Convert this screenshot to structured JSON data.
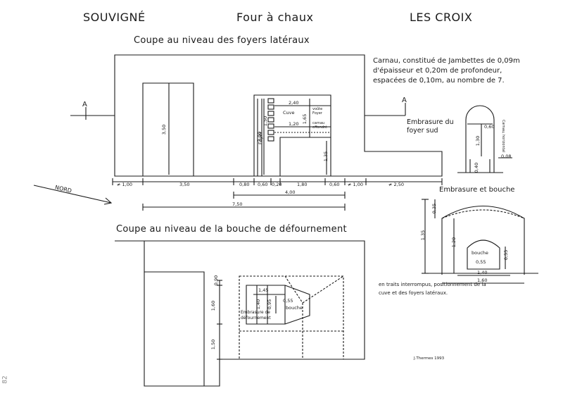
{
  "header": {
    "place": "SOUVIGNÉ",
    "object": "Four à chaux",
    "locality": "LES CROIX"
  },
  "section_top": {
    "title": "Coupe au niveau des foyers latéraux",
    "section_marker": "A",
    "note": "Carnau, constitué de Jambettes de 0,09m d'épaisseur et 0,20m de profondeur, espacées de 0,10m, au nombre de 7.",
    "labels": {
      "cuve": "Cuve",
      "voute_foyer": "voûte Foyer",
      "carnau_effondre": "carnau effondré",
      "foyer": "Foyer",
      "north": "NORD"
    },
    "dims_bottom": [
      "≠ 1,00",
      "3,50",
      "0,80",
      "0,60",
      "0,20",
      "1,80",
      "0,60",
      "≠ 1,00",
      "≠ 2,50"
    ],
    "dims_total": [
      "4,00",
      "7,50"
    ],
    "dims_vertical": [
      "3,50",
      "3,00",
      "1,50",
      "1,65",
      "1,35"
    ],
    "dims_inner": [
      "2,40",
      "1,20"
    ]
  },
  "embrasure_sud": {
    "title": "Embrasure du foyer sud",
    "dims": [
      "0,60",
      "1,30",
      "0,08",
      "0,40"
    ],
    "side_label": "Carnau, horizontal"
  },
  "embrasure_bouche": {
    "title": "Embrasure et bouche",
    "inner_label": "bouche",
    "dims": [
      "0,35",
      "1,35",
      "1,20",
      "0,55",
      "0,55",
      "1,40",
      "1,60"
    ]
  },
  "section_bottom": {
    "title": "Coupe au niveau de la bouche de défournement",
    "labels": {
      "embrasure": "Embrasure de défournement",
      "bouche": "bouche"
    },
    "dims": [
      "0,90",
      "1,60",
      "1,50",
      "1,45",
      "1,40",
      "0,95",
      "0,55"
    ],
    "note": "en traits interrompus, positionnement de la cuve et des foyers latéraux."
  },
  "signature": "J.Thermes 1993",
  "page_mark": "82"
}
